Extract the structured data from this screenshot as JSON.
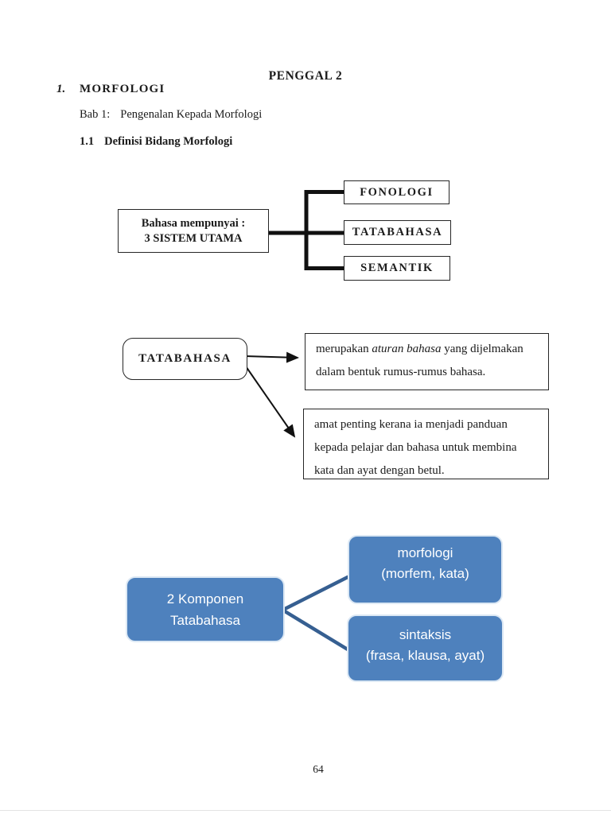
{
  "page": {
    "title": "PENGGAL 2",
    "page_number": "64"
  },
  "heading": {
    "number": "1.",
    "label": "MORFOLOGI"
  },
  "chapter": {
    "label": "Bab 1:",
    "title": "Pengenalan Kepada Morfologi"
  },
  "section": {
    "number": "1.1",
    "title": "Definisi Bidang Morfologi"
  },
  "diagram_sistem": {
    "source_line1": "Bahasa mempunyai :",
    "source_line2": "3 SISTEM UTAMA",
    "targets": [
      "FONOLOGI",
      "TATABAHASA",
      "SEMANTIK"
    ],
    "line_color": "#111111"
  },
  "diagram_tatabahasa": {
    "source": "TATABAHASA",
    "definition": {
      "seg1": "merupakan ",
      "seg2_italic": "aturan bahasa",
      "seg3": " yang dijelmakan",
      "line2": "dalam bentuk rumus-rumus bahasa."
    },
    "importance": {
      "line1": "amat penting kerana ia menjadi panduan",
      "line2": "kepada pelajar dan bahasa untuk membina",
      "line3": "kata dan ayat dengan betul."
    },
    "arrow_color": "#111111"
  },
  "diagram_komponen": {
    "source_line1": "2 Komponen",
    "source_line2": "Tatabahasa",
    "branch1_line1": "morfologi",
    "branch1_line2": "(morfem, kata)",
    "branch2_line1": "sintaksis",
    "branch2_line2": "(frasa, klausa, ayat)",
    "box_color": "#4e81bd",
    "connector_color": "#365f91"
  }
}
